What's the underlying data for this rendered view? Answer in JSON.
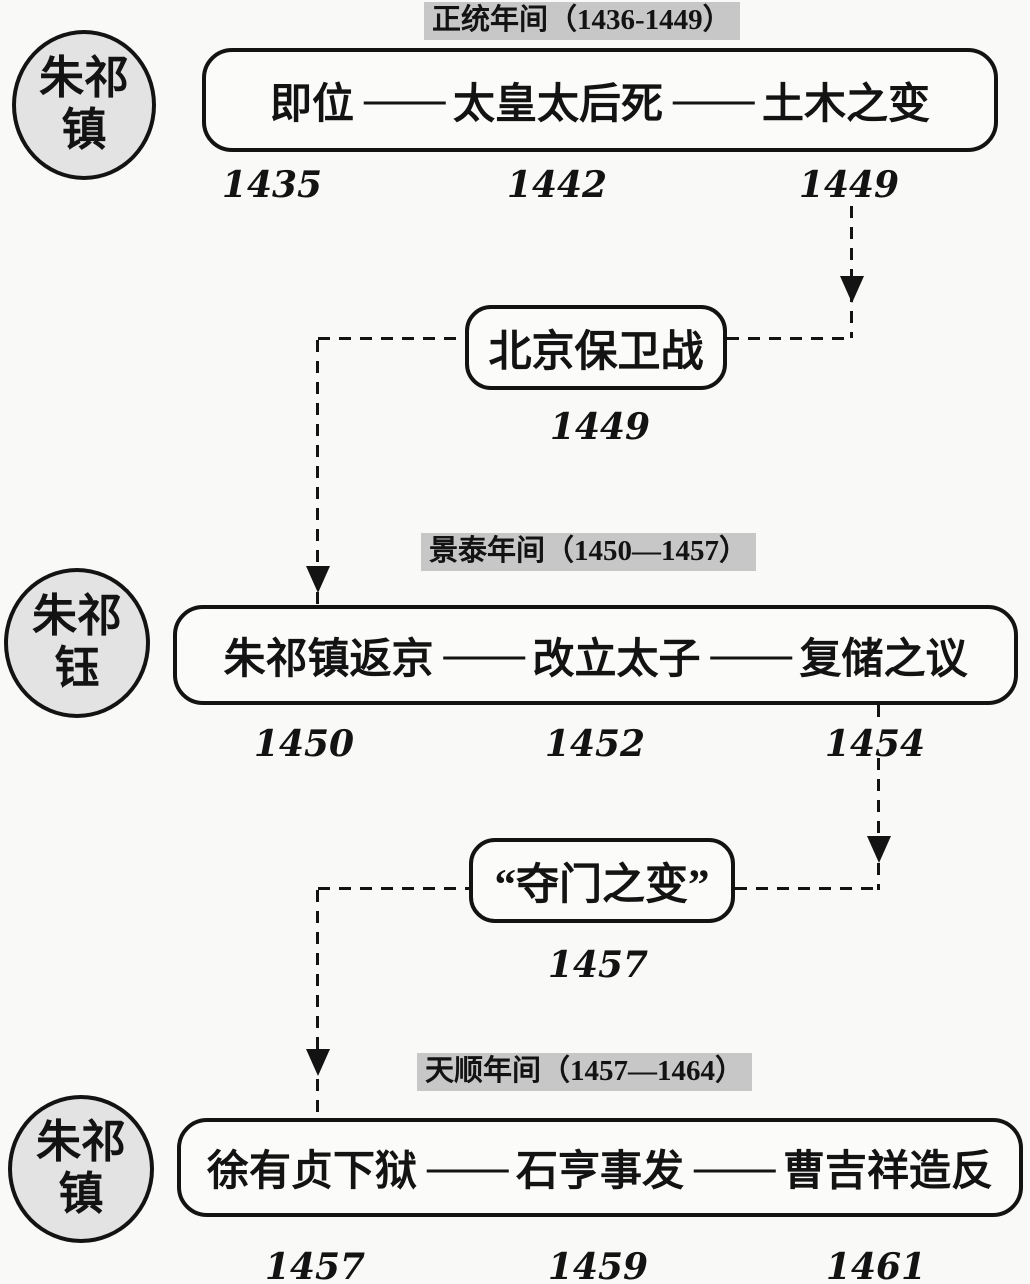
{
  "colors": {
    "ink": "#131313",
    "page_bg": "#f9f9f7",
    "circle_fill": "#e3e3e3",
    "era_badge_bg": "#c7c7c7",
    "box_fill": "#fbfbfa"
  },
  "emperors": [
    {
      "line1": "朱祁",
      "line2": "镇"
    },
    {
      "line1": "朱祁",
      "line2": "钰"
    },
    {
      "line1": "朱祁",
      "line2": "镇"
    }
  ],
  "eras": [
    {
      "label": "正统年间（1436-1449）"
    },
    {
      "label": "景泰年间（1450—1457）"
    },
    {
      "label": "天顺年间（1457—1464）"
    }
  ],
  "main_boxes": [
    {
      "separator": "——",
      "segments": [
        "即位",
        "太皇太后死",
        "土木之变"
      ],
      "years": [
        "1435",
        "1442",
        "1449"
      ]
    },
    {
      "separator": "——",
      "segments": [
        "朱祁镇返京",
        "改立太子",
        "复储之议"
      ],
      "years": [
        "1450",
        "1452",
        "1454"
      ]
    },
    {
      "separator": "——",
      "segments": [
        "徐有贞下狱",
        "石亨事发",
        "曹吉祥造反"
      ],
      "years": [
        "1457",
        "1459",
        "1461"
      ]
    }
  ],
  "event_boxes": [
    {
      "label": "北京保卫战",
      "year": "1449"
    },
    {
      "label": "“夺门之变”",
      "year": "1457"
    }
  ]
}
